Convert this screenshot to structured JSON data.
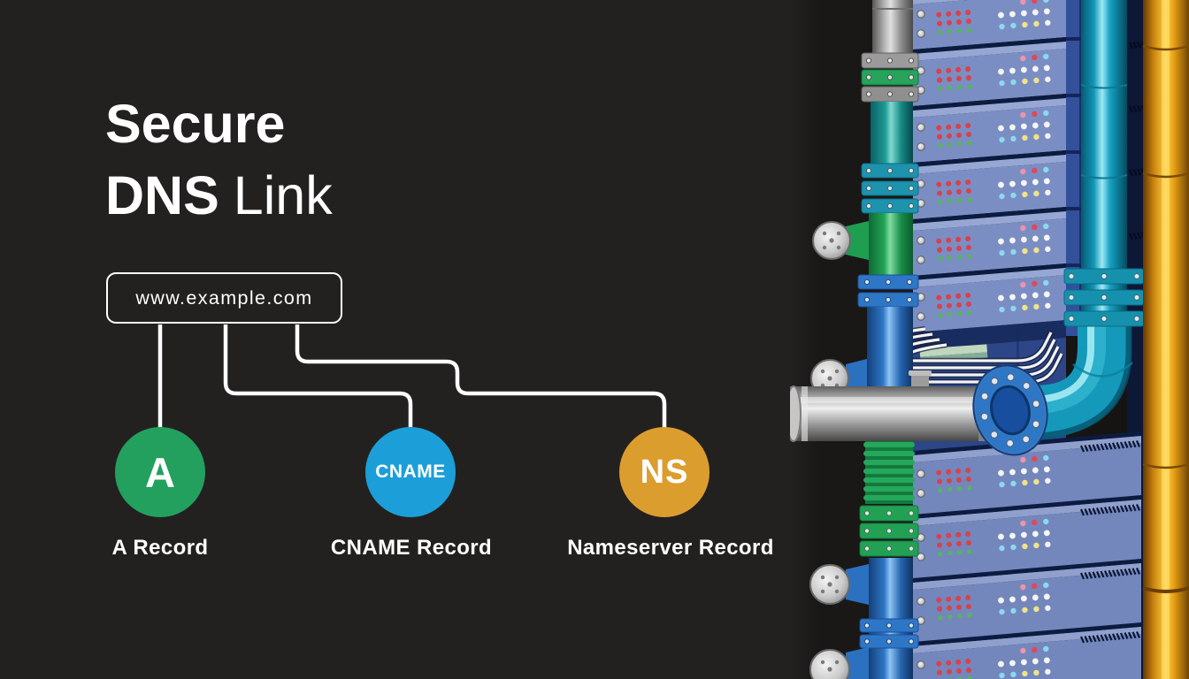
{
  "background": "#232120",
  "title": {
    "line1": "Secure",
    "line2_bold": "DNS",
    "line2_light": "Link"
  },
  "domain_box": {
    "text": "www.example.com"
  },
  "records": [
    {
      "badge": "A",
      "label": "A Record",
      "color": "#23A05D"
    },
    {
      "badge": "CNAME",
      "label": "CNAME Record",
      "color": "#1C9FD8"
    },
    {
      "badge": "NS",
      "label": "Nameserver Record",
      "color": "#DC9D2F"
    }
  ],
  "connectors": {
    "color": "#FFFFFF"
  },
  "illustration": {
    "name": "server-rack-with-pipes",
    "colors": {
      "rack_front": "#7B8EC3",
      "pipe_cyan": "#17A3C4",
      "pipe_green": "#23A457",
      "pipe_orange": "#F2A818",
      "pipe_gray": "#A8A8A8",
      "valve_blue": "#2E77C6"
    }
  }
}
